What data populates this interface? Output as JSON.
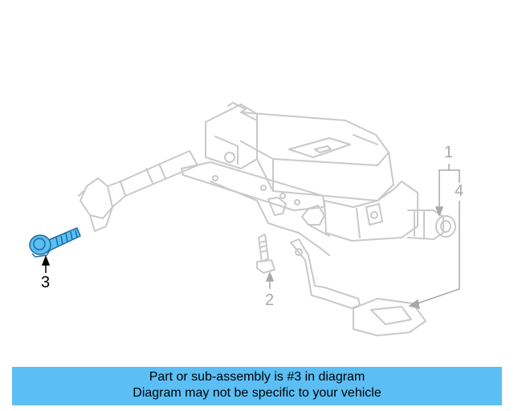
{
  "callouts": [
    {
      "number": "1",
      "highlighted": false
    },
    {
      "number": "4",
      "highlighted": false
    },
    {
      "number": "2",
      "highlighted": false
    },
    {
      "number": "3",
      "highlighted": true
    }
  ],
  "caption": {
    "line1": "Part or sub-assembly is #3 in diagram",
    "line2": "Diagram may not be specific to your vehicle"
  },
  "colors": {
    "highlight": "#5bbff5",
    "highlight_stroke": "#1f6b9a",
    "line_art": "#c9c9c9",
    "callout_gray": "#a8a8a8",
    "caption_bg": "#5bbff5",
    "text": "#000000"
  }
}
